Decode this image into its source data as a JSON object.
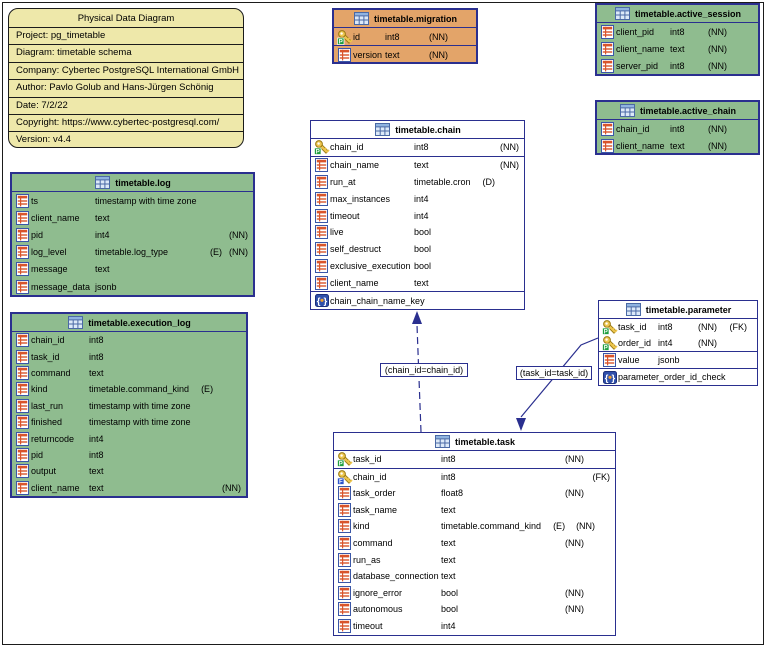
{
  "info_box": {
    "title": "Physical Data Diagram",
    "lines": [
      "Project: pg_timetable",
      "Diagram: timetable schema",
      "Company: Cybertec PostgreSQL International GmbH",
      "Author: Pavlo Golub and Hans-Jürgen Schönig",
      "Date: 7/2/22",
      "Copyright: https://www.cybertec-postgresql.com/",
      "Version: v4.4"
    ]
  },
  "colors": {
    "table_green": "#8fbc8f",
    "table_orange": "#e3a469",
    "info_khaki": "#eee8aa",
    "line_navy": "#2a2f8f",
    "key_gold": "#eec64e",
    "pk_badge_green": "#1e9e3e",
    "fk_badge_blue": "#2a52cc"
  },
  "tables": [
    {
      "id": "migration",
      "title": "timetable.migration",
      "theme": "orange",
      "rows": [
        {
          "icon": "key-p",
          "name": "id",
          "type": "int8",
          "mid": "(NN)",
          "sep": true
        },
        {
          "icon": "column",
          "name": "version",
          "type": "text",
          "mid": "(NN)"
        }
      ]
    },
    {
      "id": "active_session",
      "title": "timetable.active_session",
      "theme": "green",
      "rows": [
        {
          "icon": "column",
          "name": "client_pid",
          "type": "int8",
          "mid": "(NN)"
        },
        {
          "icon": "column",
          "name": "client_name",
          "type": "text",
          "mid": "(NN)"
        },
        {
          "icon": "column",
          "name": "server_pid",
          "type": "int8",
          "mid": "(NN)"
        }
      ]
    },
    {
      "id": "active_chain",
      "title": "timetable.active_chain",
      "theme": "green",
      "rows": [
        {
          "icon": "column",
          "name": "chain_id",
          "type": "int8",
          "mid": "(NN)"
        },
        {
          "icon": "column",
          "name": "client_name",
          "type": "text",
          "mid": "(NN)"
        }
      ]
    },
    {
      "id": "log",
      "title": "timetable.log",
      "theme": "green",
      "rows": [
        {
          "icon": "column",
          "name": "ts",
          "type": "timestamp with time zone"
        },
        {
          "icon": "column",
          "name": "client_name",
          "type": "text"
        },
        {
          "icon": "column",
          "name": "pid",
          "type": "int4",
          "right": [
            "",
            "(NN)"
          ]
        },
        {
          "icon": "column",
          "name": "log_level",
          "type": "timetable.log_type",
          "right": [
            "(E)",
            "(NN)"
          ]
        },
        {
          "icon": "column",
          "name": "message",
          "type": "text"
        },
        {
          "icon": "column",
          "name": "message_data",
          "type": "jsonb"
        }
      ]
    },
    {
      "id": "execution_log",
      "title": "timetable.execution_log",
      "theme": "green",
      "rows": [
        {
          "icon": "column",
          "name": "chain_id",
          "type": "int8"
        },
        {
          "icon": "column",
          "name": "task_id",
          "type": "int8"
        },
        {
          "icon": "column",
          "name": "command",
          "type": "text"
        },
        {
          "icon": "column",
          "name": "kind",
          "type": "timetable.command_kind",
          "mid": "(E)"
        },
        {
          "icon": "column",
          "name": "last_run",
          "type": "timestamp with time zone"
        },
        {
          "icon": "column",
          "name": "finished",
          "type": "timestamp with time zone"
        },
        {
          "icon": "column",
          "name": "returncode",
          "type": "int4"
        },
        {
          "icon": "column",
          "name": "pid",
          "type": "int8"
        },
        {
          "icon": "column",
          "name": "output",
          "type": "text"
        },
        {
          "icon": "column",
          "name": "client_name",
          "type": "text",
          "right": [
            "(NN)"
          ]
        }
      ]
    },
    {
      "id": "chain",
      "title": "timetable.chain",
      "theme": "white",
      "rows": [
        {
          "icon": "key-p",
          "name": "chain_id",
          "type": "int8",
          "right": [
            "(NN)"
          ],
          "sep": true
        },
        {
          "icon": "column",
          "name": "chain_name",
          "type": "text",
          "right": [
            "(NN)"
          ]
        },
        {
          "icon": "column",
          "name": "run_at",
          "type": "timetable.cron",
          "mid": "(D)"
        },
        {
          "icon": "column",
          "name": "max_instances",
          "type": "int4"
        },
        {
          "icon": "column",
          "name": "timeout",
          "type": "int4"
        },
        {
          "icon": "column",
          "name": "live",
          "type": "bool"
        },
        {
          "icon": "column",
          "name": "self_destruct",
          "type": "bool"
        },
        {
          "icon": "column",
          "name": "exclusive_execution",
          "type": "bool"
        },
        {
          "icon": "column",
          "name": "client_name",
          "type": "text",
          "sep": true
        },
        {
          "icon": "constraint",
          "name": "chain_chain_name_key"
        }
      ]
    },
    {
      "id": "parameter",
      "title": "timetable.parameter",
      "theme": "white",
      "rows": [
        {
          "icon": "key-p",
          "name": "task_id",
          "type": "int8",
          "mid": "(NN) (FK)"
        },
        {
          "icon": "key-p",
          "name": "order_id",
          "type": "int4",
          "mid": "(NN)",
          "sep": true
        },
        {
          "icon": "column",
          "name": "value",
          "type": "jsonb",
          "sep": true
        },
        {
          "icon": "constraint",
          "name": "parameter_order_id_check"
        }
      ]
    },
    {
      "id": "task",
      "title": "timetable.task",
      "theme": "white",
      "rows": [
        {
          "icon": "key-p",
          "name": "task_id",
          "type": "int8",
          "right": [
            "(NN)",
            ""
          ],
          "sep": true
        },
        {
          "icon": "key-f",
          "name": "chain_id",
          "type": "int8",
          "right": [
            "",
            "(FK)"
          ]
        },
        {
          "icon": "column",
          "name": "task_order",
          "type": "float8",
          "right": [
            "(NN)",
            ""
          ]
        },
        {
          "icon": "column",
          "name": "task_name",
          "type": "text"
        },
        {
          "icon": "column",
          "name": "kind",
          "type": "timetable.command_kind",
          "mid": "(E)",
          "right": [
            "(NN)",
            ""
          ]
        },
        {
          "icon": "column",
          "name": "command",
          "type": "text",
          "right": [
            "(NN)",
            ""
          ]
        },
        {
          "icon": "column",
          "name": "run_as",
          "type": "text"
        },
        {
          "icon": "column",
          "name": "database_connection",
          "type": "text"
        },
        {
          "icon": "column",
          "name": "ignore_error",
          "type": "bool",
          "right": [
            "(NN)",
            ""
          ]
        },
        {
          "icon": "column",
          "name": "autonomous",
          "type": "bool",
          "right": [
            "(NN)",
            ""
          ]
        },
        {
          "icon": "column",
          "name": "timeout",
          "type": "int4"
        }
      ]
    }
  ],
  "connectors": [
    {
      "id": "task-to-chain",
      "label": "(chain_id=chain_id)"
    },
    {
      "id": "parameter-to-task",
      "label": "(task_id=task_id)"
    }
  ]
}
